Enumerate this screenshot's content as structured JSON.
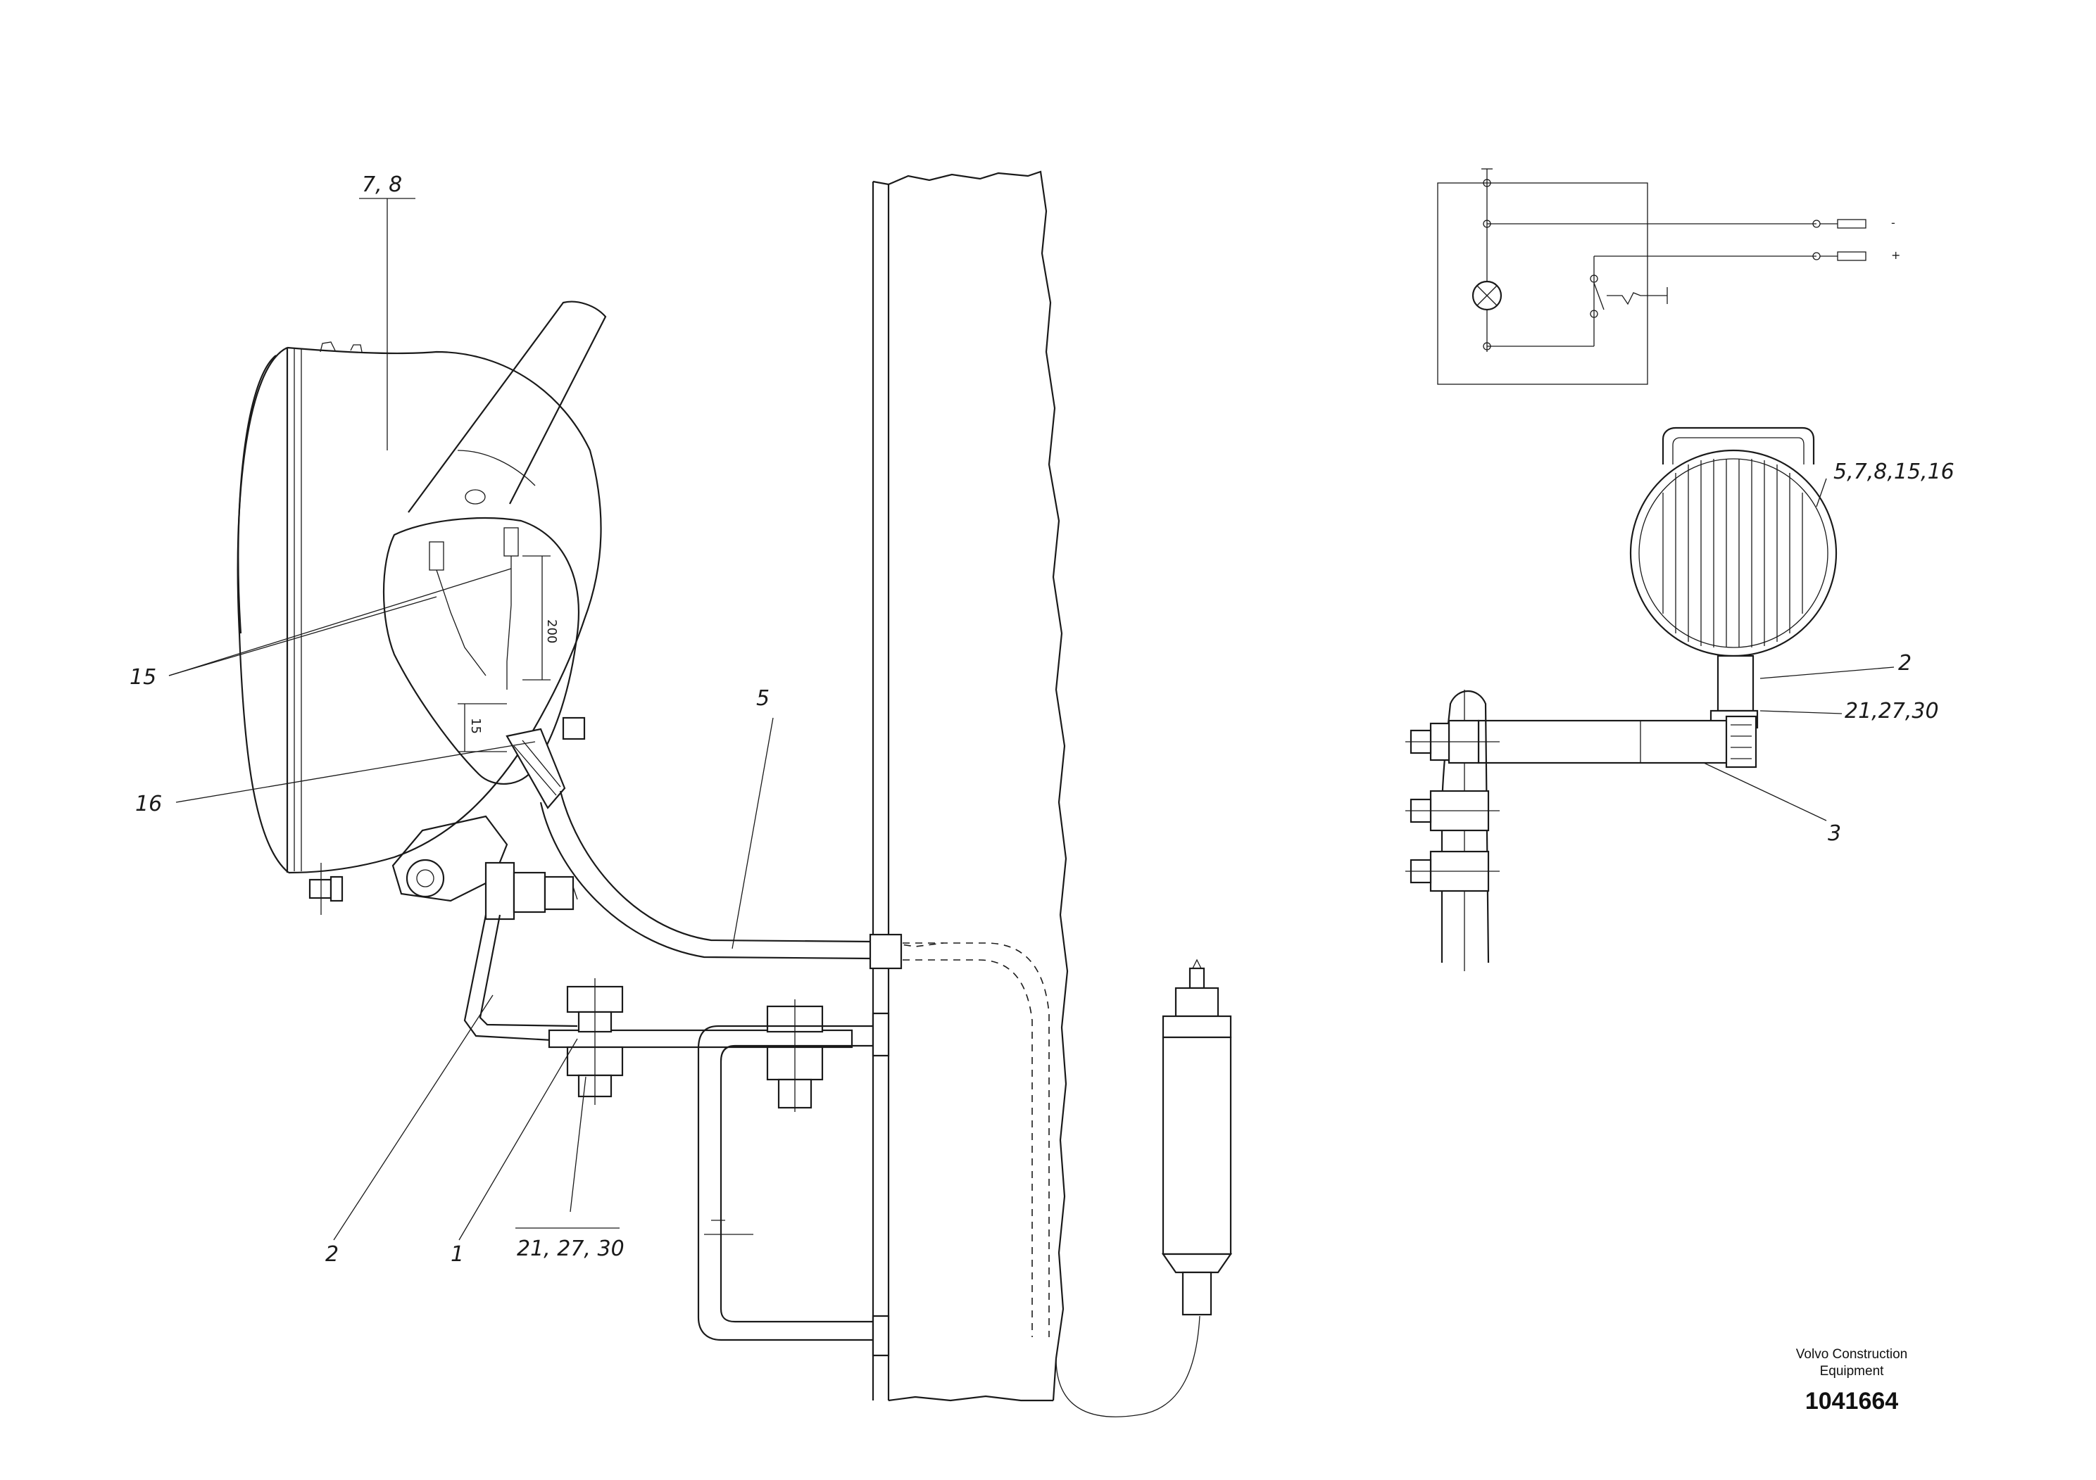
{
  "callouts": {
    "lamp_assembly": "7, 8",
    "wire": "15",
    "seal": "16",
    "cable": "5",
    "bracket": "2",
    "plate": "1",
    "fasteners": "21, 27, 30"
  },
  "dimensions": {
    "length_200": "200",
    "length_15": "15"
  },
  "side_view_callouts": {
    "lamp": "5,7,8,15,16",
    "bracket": "2",
    "fasteners": "21,27,30",
    "arm": "3"
  },
  "schematic": {
    "minus": "-",
    "plus": "+"
  },
  "title_block": {
    "company_line1": "Volvo Construction",
    "company_line2": "Equipment",
    "drawing_number": "1041664"
  },
  "colors": {
    "ink": "#1a1a1a",
    "paper": "#ffffff"
  }
}
